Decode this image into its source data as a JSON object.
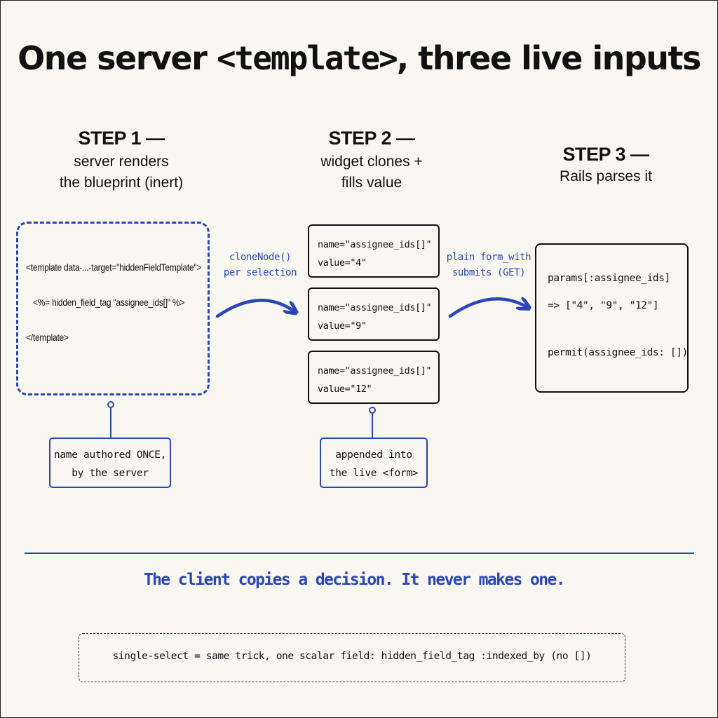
{
  "title": {
    "before": "One server ",
    "code": "<template>",
    "after": ", three live inputs"
  },
  "steps": [
    {
      "head": "STEP 1 —",
      "sub1": "server renders",
      "sub2": "the blueprint (inert)"
    },
    {
      "head": "STEP 2 —",
      "sub1": "widget clones +",
      "sub2": "fills value"
    },
    {
      "head": "STEP 3 —",
      "sub1": "Rails parses it"
    }
  ],
  "template_box": {
    "line1": "<template data-...-target=\"hiddenFieldTemplate\">",
    "line2": "<%= hidden_field_tag \"assignee_ids[]\" %>",
    "line3": "</template>"
  },
  "arrow1": {
    "line1": "cloneNode()",
    "line2": "per selection"
  },
  "arrow2": {
    "line1": "plain form_with",
    "line2": "submits (GET)"
  },
  "cards": [
    {
      "name": "name=\"assignee_ids[]\"",
      "value": "value=\"4\""
    },
    {
      "name": "name=\"assignee_ids[]\"",
      "value": "value=\"9\""
    },
    {
      "name": "name=\"assignee_ids[]\"",
      "value": "value=\"12\""
    }
  ],
  "params_box": {
    "line1": "params[:assignee_ids]",
    "line2": "=> [\"4\", \"9\", \"12\"]",
    "line3": "permit(assignee_ids: [])"
  },
  "note_left": {
    "line1": "name authored ONCE,",
    "line2": "by the server"
  },
  "note_mid": {
    "line1": "appended into",
    "line2": "the live <form>"
  },
  "moral": "The client copies a decision. It never makes one.",
  "footer": "single-select = same trick, one scalar field: hidden_field_tag :indexed_by (no [])",
  "colors": {
    "accent": "#2b46b8",
    "ink": "#111111",
    "background": "#f8f7f1"
  }
}
